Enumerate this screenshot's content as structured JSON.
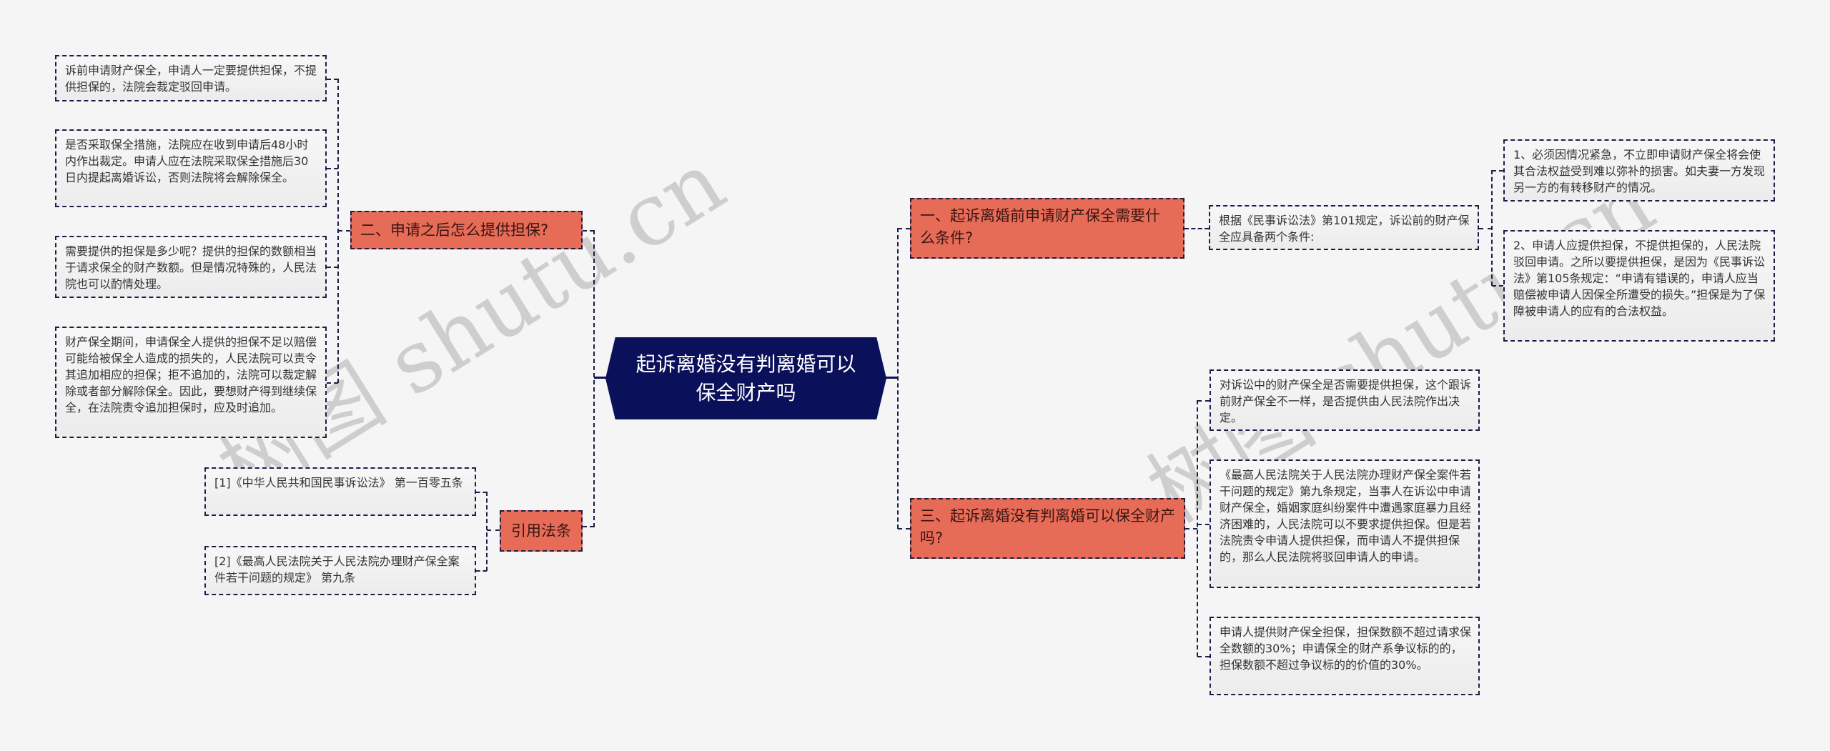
{
  "root": {
    "title": "起诉离婚没有判离婚可以保全财产吗",
    "colors": {
      "root_fill": "#0b105a",
      "branch_fill": "#e66c58",
      "leaf_fill": "#f0f0f0",
      "line": "#1a1f4a",
      "background": "#f5f5f5"
    }
  },
  "left": {
    "branch_2": {
      "label": "二、申请之后怎么提供担保?",
      "children": [
        "诉前申请财产保全，申请人一定要提供担保，不提供担保的，法院会裁定驳回申请。",
        "是否采取保全措施，法院应在收到申请后48小时内作出裁定。申请人应在法院采取保全措施后30日内提起离婚诉讼，否则法院将会解除保全。",
        "需要提供的担保是多少呢？提供的担保的数额相当于请求保全的财产数额。但是情况特殊的，人民法院也可以酌情处理。",
        "财产保全期间，申请保全人提供的担保不足以赔偿可能给被保全人造成的损失的，人民法院可以责令其追加相应的担保；拒不追加的，法院可以裁定解除或者部分解除保全。因此，要想财产得到继续保全，在法院责令追加担保时，应及时追加。"
      ]
    },
    "references": {
      "label": "引用法条",
      "children": [
        "[1]《中华人民共和国民事诉讼法》 第一百零五条",
        "[2]《最高人民法院关于人民法院办理财产保全案件若干问题的规定》 第九条"
      ]
    }
  },
  "right": {
    "branch_1": {
      "label": "一、起诉离婚前申请财产保全需要什么条件?",
      "child": "根据《民事诉讼法》第101规定，诉讼前的财产保全应具备两个条件:",
      "grandchildren": [
        "1、必须因情况紧急，不立即申请财产保全将会使其合法权益受到难以弥补的损害。如夫妻一方发现另一方的有转移财产的情况。",
        "2、申请人应提供担保，不提供担保的，人民法院驳回申请。之所以要提供担保，是因为《民事诉讼法》第105条规定：“申请有错误的，申请人应当赔偿被申请人因保全所遭受的损失。”担保是为了保障被申请人的应有的合法权益。"
      ]
    },
    "branch_3": {
      "label": "三、起诉离婚没有判离婚可以保全财产吗?",
      "children": [
        "对诉讼中的财产保全是否需要提供担保，这个跟诉前财产保全不一样，是否提供由人民法院作出决定。",
        "《最高人民法院关于人民法院办理财产保全案件若干问题的规定》第九条规定，当事人在诉讼中申请财产保全，婚姻家庭纠纷案件中遭遇家庭暴力且经济困难的，人民法院可以不要求提供担保。但是若法院责令申请人提供担保，而申请人不提供担保的，那么人民法院将驳回申请人的申请。",
        "申请人提供财产保全担保，担保数额不超过请求保全数额的30%；申请保全的财产系争议标的的，担保数额不超过争议标的的价值的30%。"
      ]
    }
  },
  "watermarks": [
    "树图 shutu.cn",
    "树图 shutu.cn"
  ]
}
